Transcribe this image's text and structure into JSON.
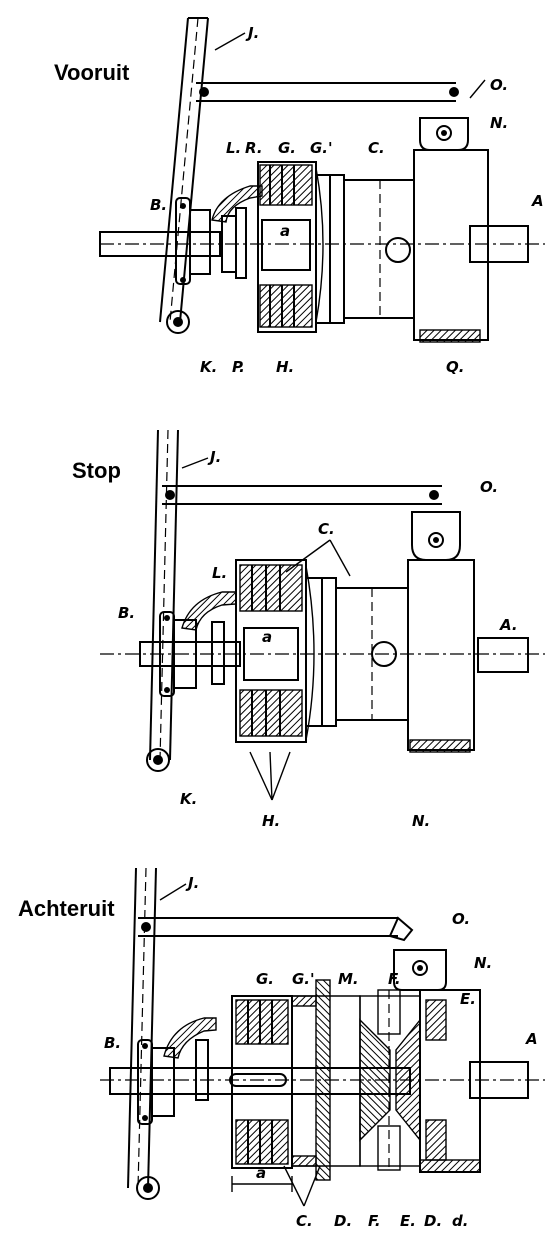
{
  "panels": [
    {
      "title": "Vooruit",
      "labels": {
        "J": "J.",
        "L": "L.",
        "R": "R.",
        "G": "G.",
        "G1": "G.'",
        "C": "C.",
        "O": "O.",
        "N": "N.",
        "B": "B.",
        "a": "a",
        "A": "A",
        "K": "K.",
        "P": "P.",
        "H": "H.",
        "Q": "Q."
      }
    },
    {
      "title": "Stop",
      "labels": {
        "J": "J.",
        "C": "C.",
        "O": "O.",
        "L": "L.",
        "B": "B.",
        "a": "a",
        "A": "A.",
        "K": "K.",
        "H": "H.",
        "N": "N."
      }
    },
    {
      "title": "Achteruit",
      "labels": {
        "J": "J.",
        "O": "O.",
        "N": "N.",
        "G": "G.",
        "G1": "G.'",
        "M": "M.",
        "F": "F.",
        "E": "E.",
        "B": "B.",
        "A": "A",
        "a": "a",
        "C": "C.",
        "D": "D.",
        "F2": "F.",
        "E2": "E.",
        "D2": "D.",
        "d": "d."
      }
    }
  ]
}
